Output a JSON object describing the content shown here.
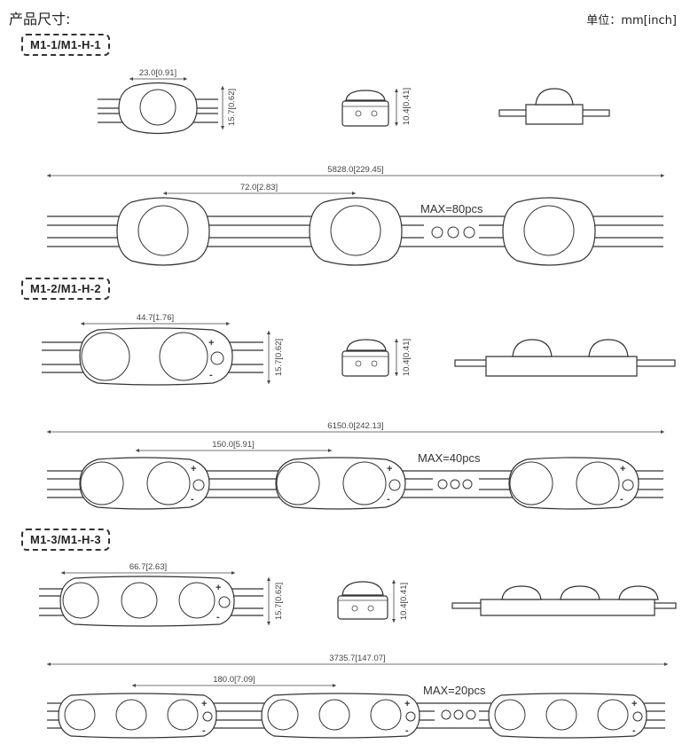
{
  "header": {
    "title": "产品尺寸:",
    "unit": "单位：mm[inch]"
  },
  "models": [
    {
      "tag": "M1-1/M1-H-1",
      "width": "23.0[0.91]",
      "height": "15.7[0.62]",
      "thickness": "10.4[0.41]",
      "chain_length": "5828.0[229.45]",
      "pitch": "72.0[2.83]",
      "max": "MAX=80pcs"
    },
    {
      "tag": "M1-2/M1-H-2",
      "width": "44.7[1.76]",
      "height": "15.7[0.62]",
      "thickness": "10.4[0.41]",
      "chain_length": "6150.0[242.13]",
      "pitch": "150.0[5.91]",
      "max": "MAX=40pcs"
    },
    {
      "tag": "M1-3/M1-H-3",
      "width": "66.7[2.63]",
      "height": "15.7[0.62]",
      "thickness": "10.4[0.41]",
      "chain_length": "3735.7[147.07]",
      "pitch": "180.0[7.09]",
      "max": "MAX=20pcs"
    }
  ],
  "polarity": {
    "plus": "+",
    "minus": "-"
  }
}
